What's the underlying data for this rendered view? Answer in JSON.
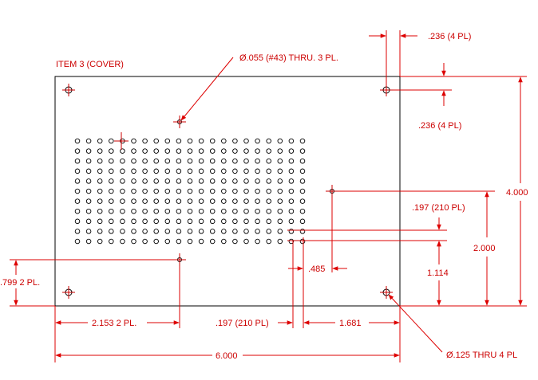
{
  "item_label": "ITEM 3 (COVER)",
  "callouts": {
    "small_hole": "Ø.055 (#43) THRU. 3 PL.",
    "mount_hole": "Ø.125 THRU 4 PL"
  },
  "dimensions": {
    "top_offset_horizontal": ".236 (4 PL)",
    "top_offset_vertical": ".236  (4 PL)",
    "overall_height": "4.000",
    "overall_width": "6.000",
    "mid_height": "2.000",
    "pitch_vertical": ".197 (210 PL)",
    "pitch_horizontal": ".197 (210 PL)",
    "left_offset": "2.153 2 PL.",
    "right_offset": "1.681",
    "bottom_offset": "1.114",
    "side_offset": ".485",
    "left_height": ".799 2 PL."
  },
  "colors": {
    "outline": "#000000",
    "dimension": "#dd0000"
  }
}
